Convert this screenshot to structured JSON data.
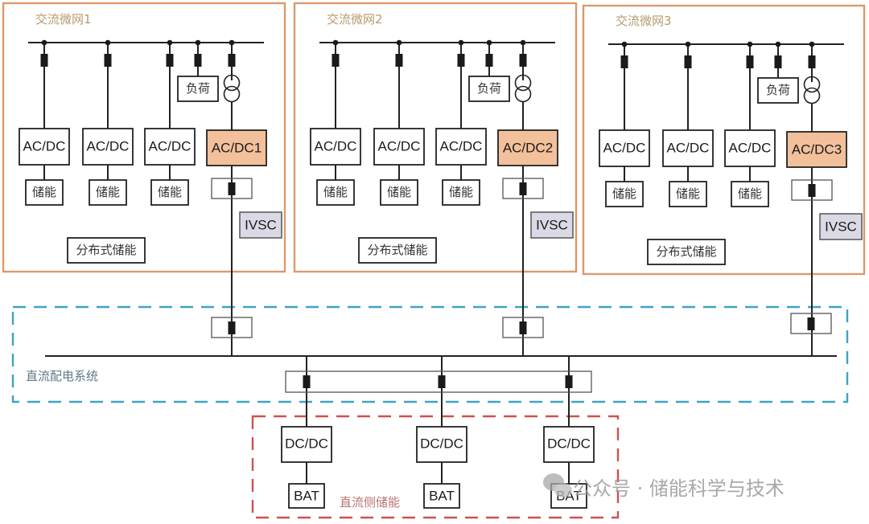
{
  "colors": {
    "microgrid_border": "#d99a6c",
    "dc_system_border": "#3fa3c4",
    "dc_storage_border": "#d05050",
    "converter_highlight": "#f2c09a",
    "ivsc_fill": "#dcd9e6",
    "line": "#222222"
  },
  "microgrids": [
    {
      "title": "交流微网1",
      "converters": [
        "AC/DC",
        "AC/DC",
        "AC/DC"
      ],
      "storage": [
        "储能",
        "储能",
        "储能"
      ],
      "load": "负荷",
      "main_converter": "AC/DC1",
      "ivsc": "IVSC",
      "distributed_storage": "分布式储能"
    },
    {
      "title": "交流微网2",
      "converters": [
        "AC/DC",
        "AC/DC",
        "AC/DC"
      ],
      "storage": [
        "储能",
        "储能",
        "储能"
      ],
      "load": "负荷",
      "main_converter": "AC/DC2",
      "ivsc": "IVSC",
      "distributed_storage": "分布式储能"
    },
    {
      "title": "交流微网3",
      "converters": [
        "AC/DC",
        "AC/DC",
        "AC/DC"
      ],
      "storage": [
        "储能",
        "储能",
        "储能"
      ],
      "load": "负荷",
      "main_converter": "AC/DC3",
      "ivsc": "IVSC",
      "distributed_storage": "分布式储能"
    }
  ],
  "dc_system": {
    "title": "直流配电系统"
  },
  "dc_storage": {
    "title": "直流侧储能",
    "units": [
      {
        "converter": "DC/DC",
        "battery": "BAT"
      },
      {
        "converter": "DC/DC",
        "battery": "BAT"
      },
      {
        "converter": "DC/DC",
        "battery": "BAT"
      }
    ]
  },
  "watermark": {
    "icon": "wechat-icon",
    "text": "公众号 · 储能科学与技术"
  }
}
